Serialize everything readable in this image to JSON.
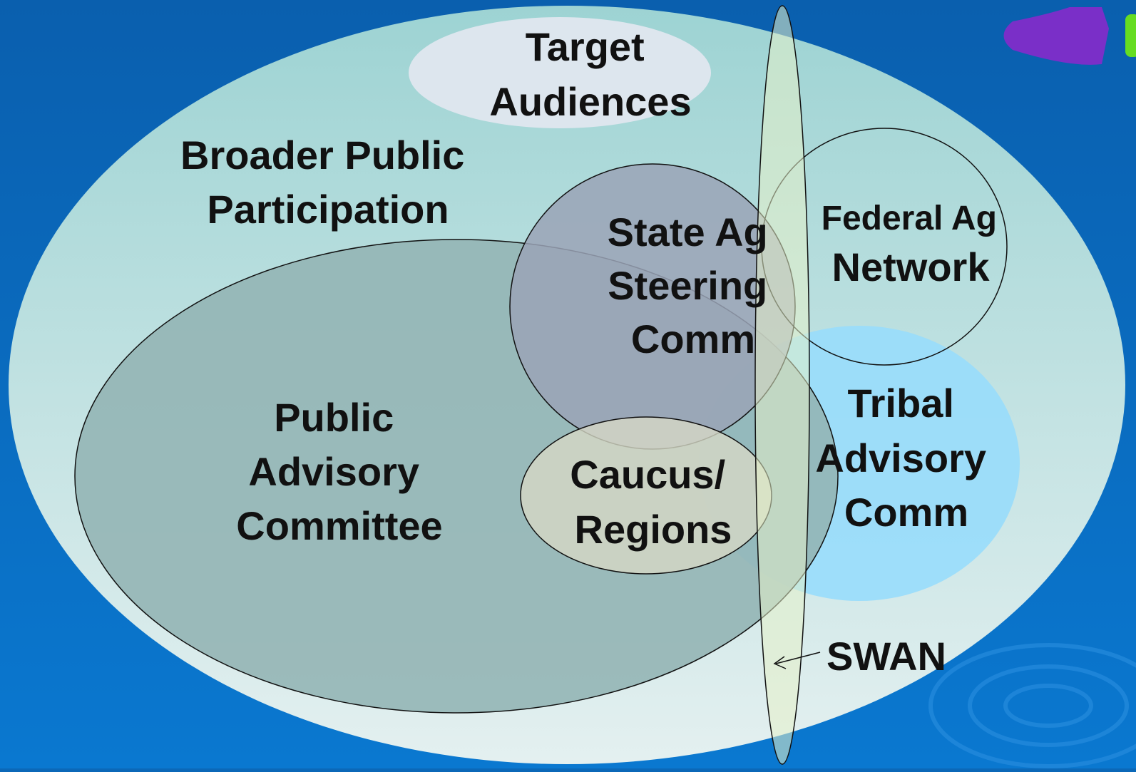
{
  "diagram": {
    "type": "overlapping-ellipses",
    "colors": {
      "background": "#0b68b8",
      "broader_public": "#a6d8d8",
      "target_audiences": "#dde6ee",
      "public_advisory": "#93b5b5",
      "state_ag": "#9aa3b6",
      "federal_ag": "#a6d8d8",
      "tribal": "#99dcfb",
      "caucus": "#d6d8c6",
      "swan": "#e6f0c8",
      "corner_shape": "#7a2fc8",
      "corner_accent": "#66dd22"
    },
    "labels": {
      "target_audiences": [
        "Target",
        "Audiences"
      ],
      "broader_public": [
        "Broader Public",
        "Participation"
      ],
      "state_ag": [
        "State Ag",
        "Steering",
        "Comm"
      ],
      "federal_ag": [
        "Federal Ag",
        "Network"
      ],
      "public_advisory": [
        "Public",
        "Advisory",
        "Committee"
      ],
      "caucus": [
        "Caucus/",
        "Regions"
      ],
      "tribal": [
        "Tribal",
        "Advisory",
        "Comm"
      ],
      "swan": "SWAN"
    }
  }
}
